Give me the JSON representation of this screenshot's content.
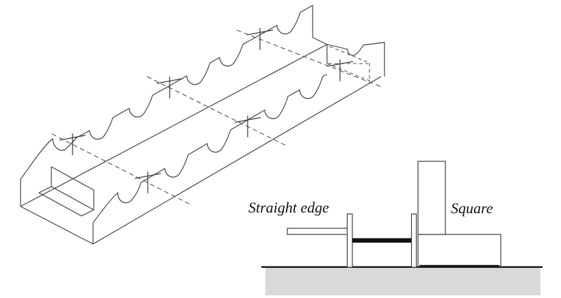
{
  "figure": {
    "labels": {
      "straight_edge": "Straight edge",
      "square": "Square"
    },
    "drawing": {
      "type": "isometric-marking-out-diagram",
      "stations": 3,
      "station_marks": 6,
      "notched_rails": 2
    }
  },
  "colors": {
    "line": "#3a3a3a",
    "hidden_line": "#4a4a4a",
    "emphasis": "#111111",
    "surface_plate_fill": "#d9d9d9",
    "background": "#ffffff"
  }
}
